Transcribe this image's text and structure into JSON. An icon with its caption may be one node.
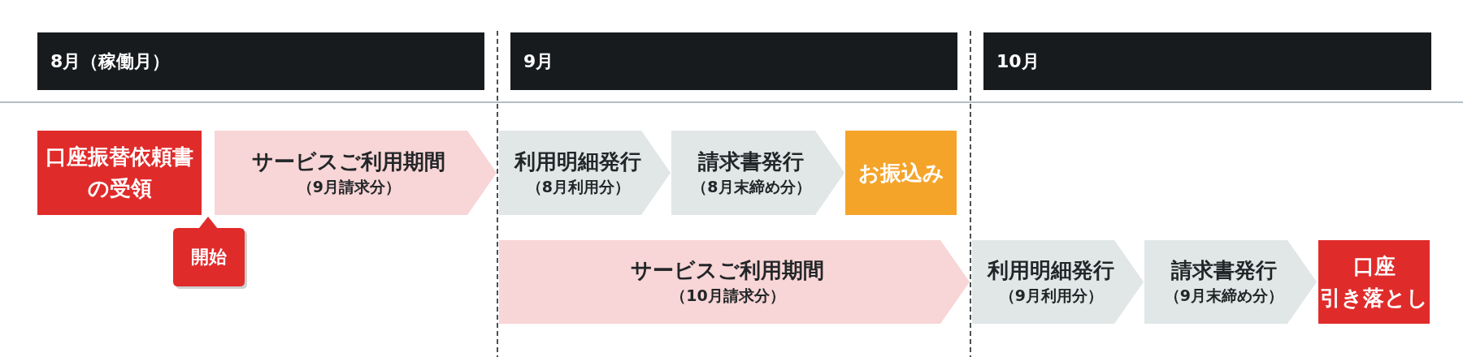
{
  "diagram": {
    "nodes": [
      {
        "text": [
          "8月（稼働月）"
        ]
      },
      {
        "text": [
          "9月"
        ]
      },
      {
        "text": [
          "10月"
        ]
      },
      {
        "text": [
          "口座振替依頼書の受領"
        ]
      },
      {
        "text": [
          "サービスご利用期間",
          "（9月請求分）"
        ]
      },
      {
        "text": [
          "利用明細発行",
          "（8月利用分）"
        ]
      },
      {
        "text": [
          "請求書発行",
          "（8月末締め分）"
        ]
      },
      {
        "text": [
          "お振込み"
        ]
      },
      {
        "text": [
          "開始"
        ]
      },
      {
        "text": [
          "サービスご利用期間",
          "（10月請求分）"
        ]
      },
      {
        "text": [
          "利用明細発行",
          "（9月利用分）"
        ]
      },
      {
        "text": [
          "請求書発行",
          "（9月末締め分）"
        ]
      },
      {
        "text": [
          "口座引き落とし"
        ]
      }
    ]
  }
}
